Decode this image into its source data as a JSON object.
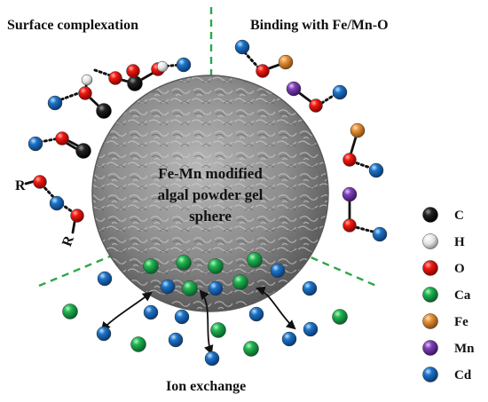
{
  "sections": {
    "top_left": "Surface complexation",
    "top_right": "Binding with Fe/Mn-O",
    "bottom": "Ion exchange"
  },
  "center_label": [
    "Fe-Mn modified",
    "algal powder gel",
    "sphere"
  ],
  "r_labels": [
    "R",
    "R"
  ],
  "legend": [
    {
      "symbol": "C",
      "color": "#111111",
      "icon": "carbon-atom"
    },
    {
      "symbol": "H",
      "color": "#e8e8e8",
      "icon": "hydrogen-atom"
    },
    {
      "symbol": "O",
      "color": "#e01010",
      "icon": "oxygen-atom"
    },
    {
      "symbol": "Ca",
      "color": "#1aa84a",
      "icon": "calcium-atom"
    },
    {
      "symbol": "Fe",
      "color": "#e08a30",
      "icon": "iron-atom"
    },
    {
      "symbol": "Mn",
      "color": "#7a3fae",
      "icon": "manganese-atom"
    },
    {
      "symbol": "Cd",
      "color": "#1b6fc2",
      "icon": "cadmium-atom"
    }
  ],
  "colors": {
    "divider": "#2aa84a",
    "sphere": "#8a8a8a",
    "bond": "#111111"
  }
}
